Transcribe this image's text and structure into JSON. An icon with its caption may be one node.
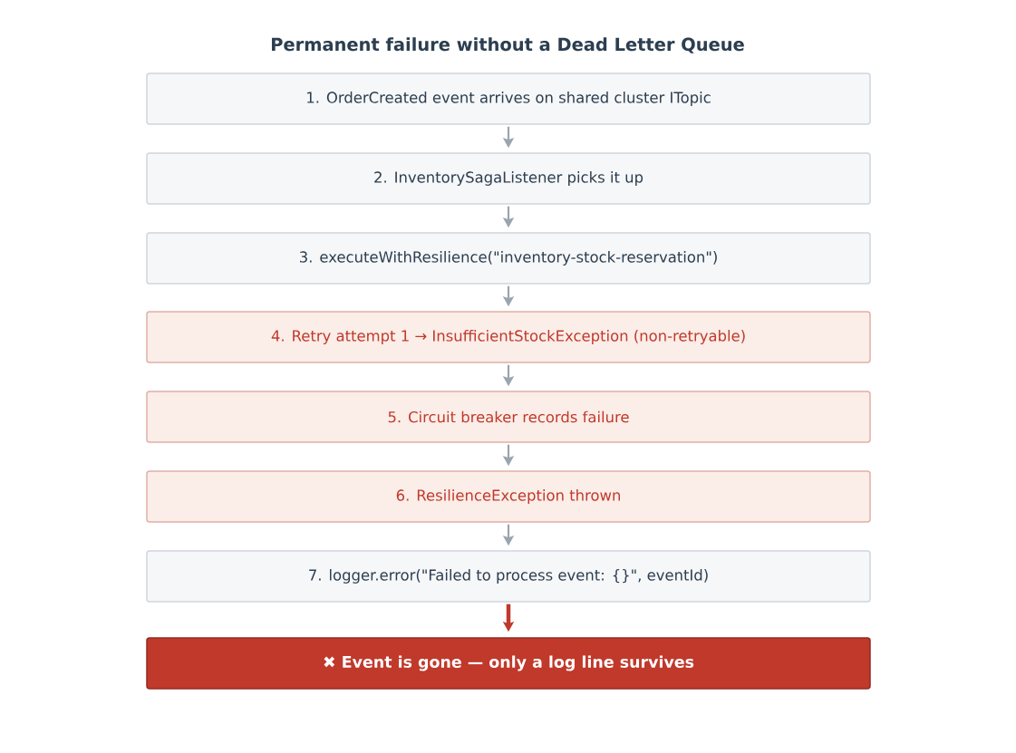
{
  "diagram": {
    "title": "Permanent failure without a Dead Letter Queue",
    "nodes": [
      {
        "text": [
          "1.  OrderCreated event arrives on shared cluster ITopic"
        ]
      },
      {
        "text": [
          "2.  InventorySagaListener picks it up"
        ]
      },
      {
        "text": [
          "3.  executeWithResilience(\"inventory-stock-reservation\")"
        ]
      },
      {
        "text": [
          "4.  Retry attempt 1 → InsufficientStockException (non-retryable)"
        ]
      },
      {
        "text": [
          "5.  Circuit breaker records failure"
        ]
      },
      {
        "text": [
          "6.  ResilienceException thrown"
        ]
      },
      {
        "text": [
          "7.  logger.error(\"Failed to process event: {}\", eventId)"
        ]
      },
      {
        "text": [
          "✖  Event is gone — only a log line survives"
        ]
      }
    ],
    "edges": [
      {
        "from": 0,
        "to": 1,
        "arrow": "to"
      },
      {
        "from": 1,
        "to": 2,
        "arrow": "to"
      },
      {
        "from": 2,
        "to": 3,
        "arrow": "to"
      },
      {
        "from": 3,
        "to": 4,
        "arrow": "to"
      },
      {
        "from": 4,
        "to": 5,
        "arrow": "to"
      },
      {
        "from": 5,
        "to": 6,
        "arrow": "to"
      },
      {
        "from": 6,
        "to": 7,
        "arrow": "to",
        "style": "thick",
        "color": "#c0392b"
      }
    ]
  }
}
